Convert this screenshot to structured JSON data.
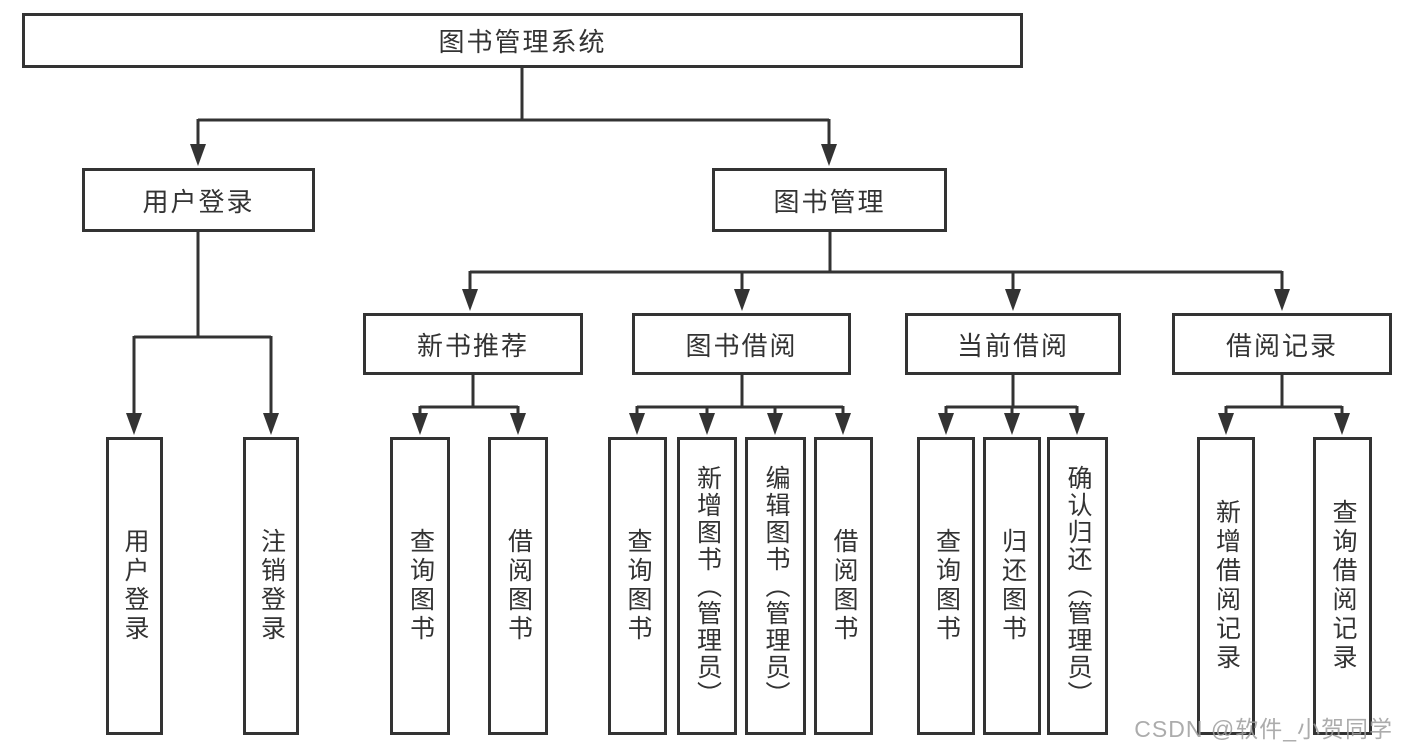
{
  "colors": {
    "line": "#333333",
    "box_border": "#333333",
    "text": "#333333",
    "background": "#ffffff",
    "watermark": "#9e9e9e"
  },
  "tree": {
    "root": "图书管理系统",
    "branches": [
      {
        "label": "用户登录",
        "leaves": [
          "用户登录",
          "注销登录"
        ]
      },
      {
        "label": "图书管理",
        "children": [
          {
            "label": "新书推荐",
            "leaves": [
              "查询图书",
              "借阅图书"
            ]
          },
          {
            "label": "图书借阅",
            "leaves": [
              "查询图书",
              "新增图书（管理员）",
              "编辑图书（管理员）",
              "借阅图书"
            ]
          },
          {
            "label": "当前借阅",
            "leaves": [
              "查询图书",
              "归还图书",
              "确认归还（管理员）"
            ]
          },
          {
            "label": "借阅记录",
            "leaves": [
              "新增借阅记录",
              "查询借阅记录"
            ]
          }
        ]
      }
    ]
  },
  "watermark": {
    "text": "CSDN @软件_小贺同学"
  }
}
